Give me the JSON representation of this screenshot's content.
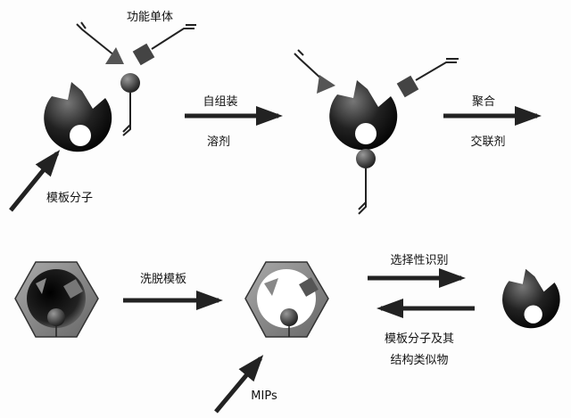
{
  "labels": {
    "functional_monomer": "功能单体",
    "self_assembly": "自组装",
    "solvent": "溶剂",
    "polymerization": "聚合",
    "crosslinker": "交联剂",
    "template_molecule": "模板分子",
    "elute_template": "洗脱模板",
    "selective_recognition": "选择性识别",
    "template_and_analogs_line1": "模板分子及其",
    "template_and_analogs_line2": "结构类似物",
    "mips": "MIPs"
  }
}
